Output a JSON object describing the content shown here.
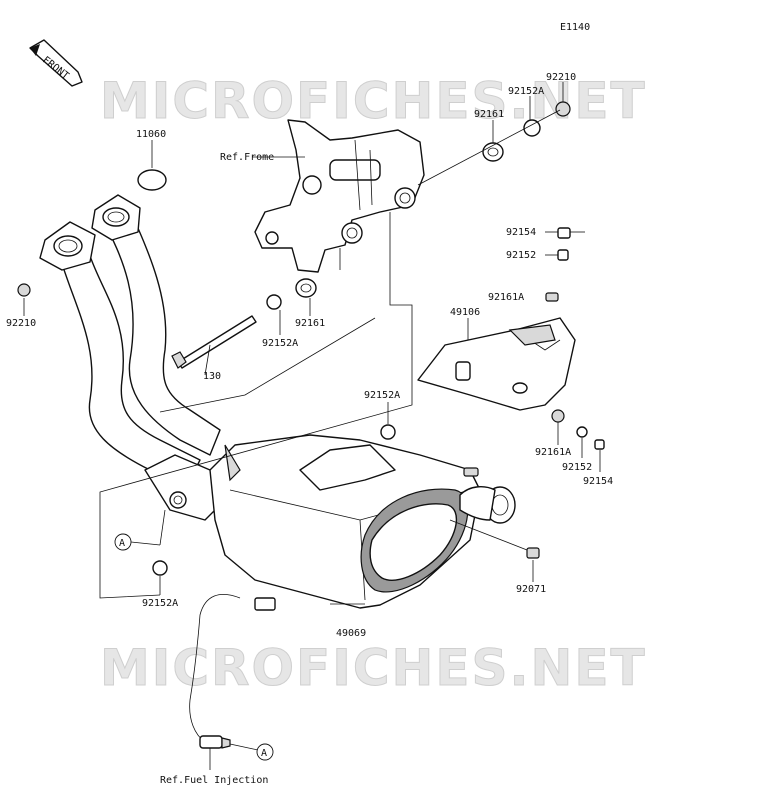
{
  "diagram_code": "E1140",
  "front_label": "FRONT",
  "watermark": "MICROFICHES.NET",
  "ref_frame": "Ref.Frome",
  "ref_fuel": "Ref.Fuel Injection",
  "connector_mark": "A",
  "parts": {
    "p11060": "11060",
    "p92210_left": "92210",
    "p92210_top": "92210",
    "p92152a_top": "92152A",
    "p92161_top": "92161",
    "p92161_mid": "92161",
    "p92152a_mid": "92152A",
    "p130": "130",
    "p92152a_center": "92152A",
    "p92152a_lower": "92152A",
    "p49106": "49106",
    "p92154_top": "92154",
    "p92152_top": "92152",
    "p92161a_top": "92161A",
    "p92161a_low": "92161A",
    "p92152_low": "92152",
    "p92154_low": "92154",
    "p92071": "92071",
    "p49069": "49069"
  }
}
